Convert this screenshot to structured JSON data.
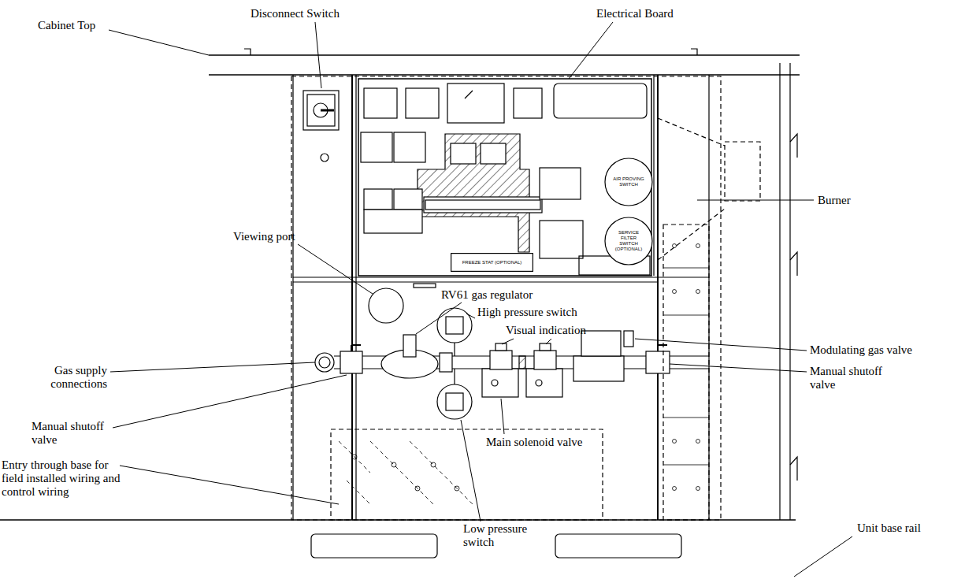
{
  "diagram": {
    "nodes": [
      {
        "text": [
          "AIR PROVING SWITCH"
        ]
      },
      {
        "text": [
          "SERVICE FILTER SWITCH (OPTIONAL)"
        ]
      },
      {
        "text": [
          "FREEZE STAT (OPTIONAL)"
        ]
      }
    ],
    "labels": [
      "Disconnect Switch",
      "Electrical Board",
      "Cabinet Top",
      "Burner",
      "Viewing port",
      "RV61 gas regulator",
      "High pressure switch",
      "Visual indication",
      "Modulating gas valve",
      "Gas supply connections",
      "Manual shutoff valve",
      "Manual shutoff valve",
      "Main solenoid valve",
      "Entry through base for field installed wiring and control wiring",
      "Low pressure switch",
      "Unit base rail"
    ]
  }
}
